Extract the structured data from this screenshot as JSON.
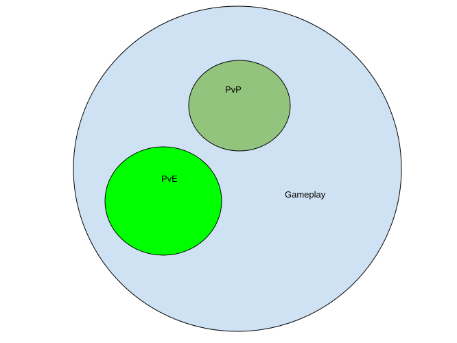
{
  "diagram": {
    "gameplay": {
      "label": "Gameplay",
      "fill": "#cfe2f3"
    },
    "pvp": {
      "label": "PvP",
      "fill": "#93c47d"
    },
    "pve": {
      "label": "PvE",
      "fill": "#00ff00"
    },
    "stroke": "#000000"
  }
}
